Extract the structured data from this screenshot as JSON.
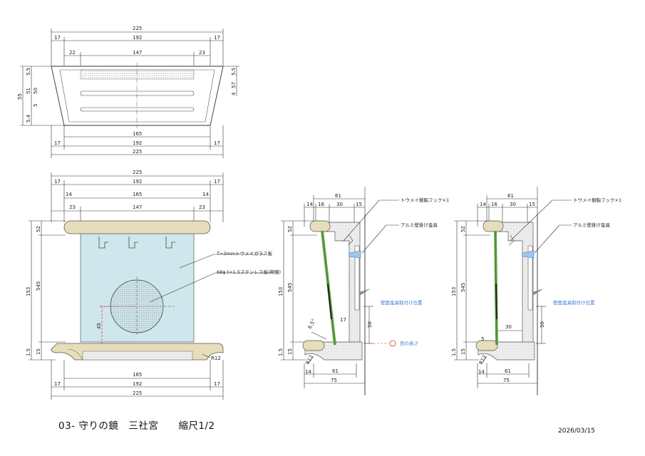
{
  "title": "03- 守りの鏡　三社宮　　縮尺1/2",
  "date": "2026/03/15",
  "top_view": {
    "dims_top": [
      "225",
      "192",
      "17",
      "17",
      "147",
      "22",
      "23"
    ],
    "dims_bottom": [
      "165",
      "192",
      "17",
      "17",
      "225"
    ],
    "dims_left": [
      "55",
      "5.5",
      "51",
      "50",
      "5",
      "5.4"
    ],
    "dims_right": [
      "5.5",
      "57",
      "4"
    ]
  },
  "front_view": {
    "dims_top": [
      "225",
      "192",
      "17",
      "17",
      "165",
      "14",
      "14",
      "147",
      "23",
      "23"
    ],
    "dims_bottom": [
      "165",
      "192",
      "17",
      "17",
      "225"
    ],
    "dims_left": [
      "153",
      "52",
      "545",
      "1.5",
      "15"
    ],
    "dim_45": "45",
    "radius": "R12",
    "callout_glass": "T=3mmトウメイガラス板",
    "callout_disc": "68φ t=1.5ステンレス板(神鏡)"
  },
  "section_a": {
    "dims_top": [
      "61",
      "14",
      "16",
      "30",
      "15"
    ],
    "dims_left": [
      "153",
      "52",
      "545",
      "15",
      "1.5"
    ],
    "dims_bottom": [
      "14",
      "61",
      "75"
    ],
    "dim_17": "17",
    "dim_50": "50",
    "angle": "6.5°",
    "radius": "R12",
    "note_hook": "トウメイ樹脂フック×1",
    "note_bracket": "アルミ壁掛け金具",
    "blue_position": "壁面金具取付け位置",
    "blue_eye": "目の高さ"
  },
  "section_b": {
    "dims_top": [
      "61",
      "14",
      "16",
      "30",
      "15"
    ],
    "dims_left": [
      "153",
      "52",
      "545",
      "15",
      "1.5"
    ],
    "dims_bottom": [
      "14",
      "61",
      "75"
    ],
    "dim_30": "30",
    "dim_50": "50",
    "dim_5": "5",
    "radius": "R12",
    "note_hook": "トウメイ樹脂フック×1",
    "note_bracket": "アルミ壁掛け金具",
    "blue_position": "壁面金具取付け位置"
  },
  "colors": {
    "glass": "#cfe7ec",
    "wood": "#e6ddba",
    "green": "#6aa84f",
    "blue_text": "#3a78d8",
    "red": "#e03a2a"
  }
}
